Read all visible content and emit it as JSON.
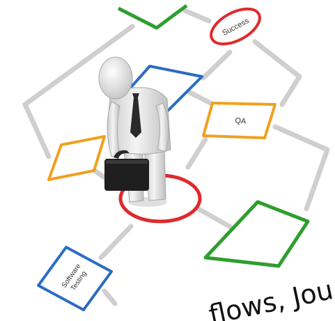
{
  "labels": {
    "success": "Success",
    "qa": "QA",
    "software_testing_line1": "Software",
    "software_testing_line2": "Testing"
  },
  "caption": "flows, Jou",
  "colors": {
    "green": "#2e9e2e",
    "red": "#e0292c",
    "blue": "#2b6cc4",
    "orange": "#f0a020",
    "connector": "#c9c9c9"
  }
}
